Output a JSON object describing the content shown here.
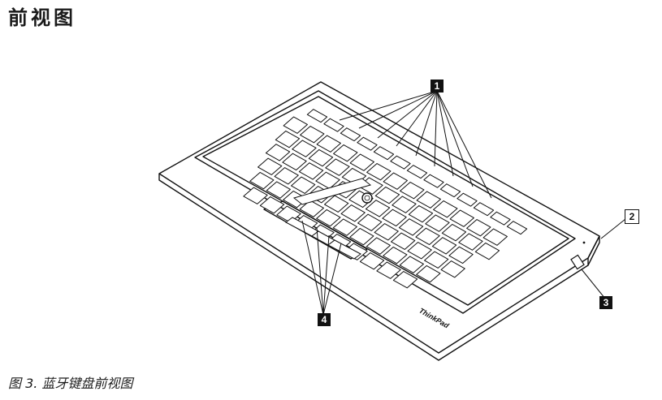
{
  "page_title": "前视图",
  "callouts": {
    "c1": "1",
    "c2": "2",
    "c3": "3",
    "c4": "4"
  },
  "brand_label": "ThinkPad",
  "caption": "图 3. 蓝牙键盘前视图"
}
